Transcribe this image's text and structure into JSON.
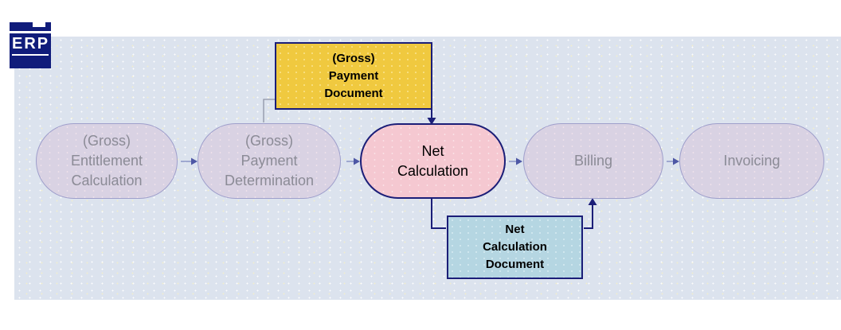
{
  "logo": {
    "text": "ERP"
  },
  "diagram": {
    "steps": [
      {
        "id": "entitlement",
        "label": "(Gross)\nEntitlement\nCalculation",
        "state": "inactive"
      },
      {
        "id": "payment-determination",
        "label": "(Gross)\nPayment\nDetermination",
        "state": "inactive"
      },
      {
        "id": "net-calculation",
        "label": "Net\nCalculation",
        "state": "active"
      },
      {
        "id": "billing",
        "label": "Billing",
        "state": "inactive"
      },
      {
        "id": "invoicing",
        "label": "Invoicing",
        "state": "inactive"
      }
    ],
    "documents": [
      {
        "id": "gross-payment-document",
        "label": "(Gross)\nPayment\nDocument",
        "fill": "#f0c93f"
      },
      {
        "id": "net-calculation-document",
        "label": "Net\nCalculation\nDocument",
        "fill": "#b5d6e2"
      }
    ],
    "colors": {
      "panel_background": "#dce3ee",
      "inactive_step_fill": "#d9d2e3",
      "inactive_step_border": "#9e9ecb",
      "inactive_step_text": "#8b8b96",
      "active_step_fill": "#f5c8d1",
      "navy": "#1b1e78",
      "flow_arrow": "#8a94c6",
      "flow_arrowhead": "#4d57a5",
      "logo_background": "#101c7b"
    }
  }
}
